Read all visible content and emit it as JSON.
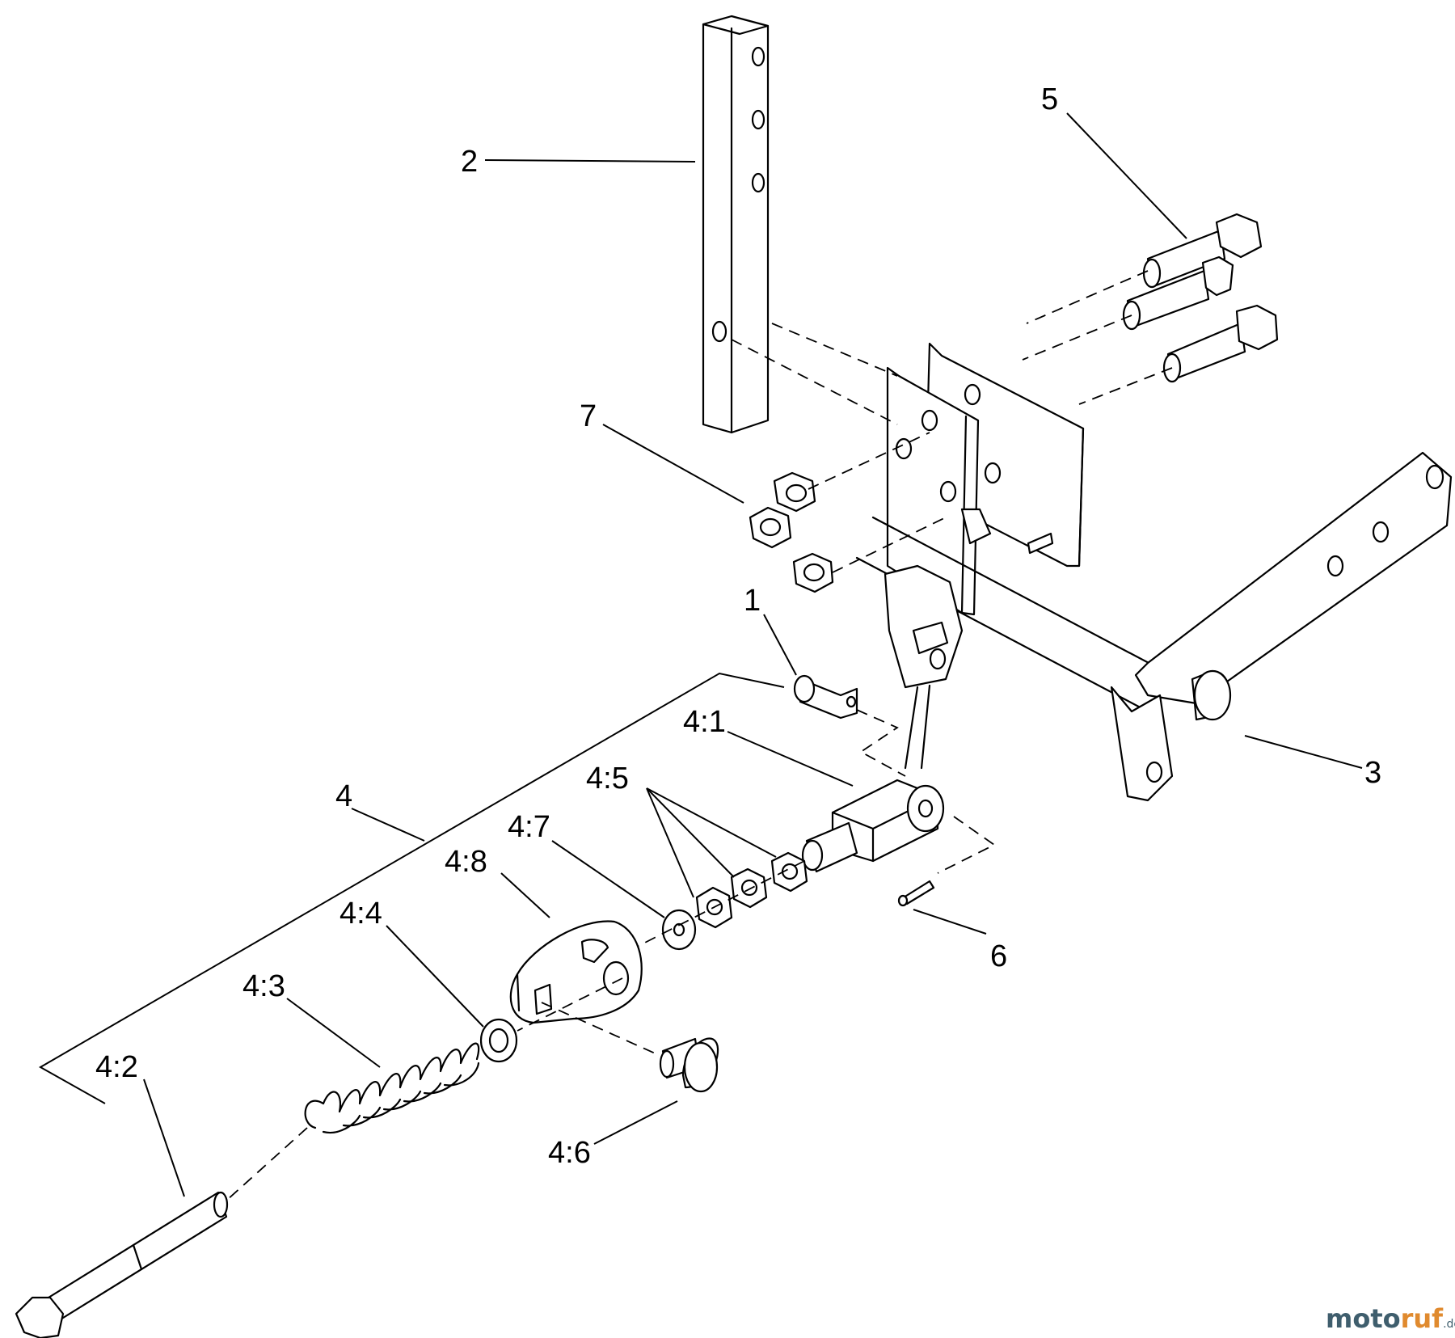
{
  "diagram": {
    "callouts": {
      "c1": "1",
      "c2": "2",
      "c3": "3",
      "c4": "4",
      "c5": "5",
      "c6": "6",
      "c7": "7",
      "c41": "4:1",
      "c42": "4:2",
      "c43": "4:3",
      "c44": "4:4",
      "c45": "4:5",
      "c46": "4:6",
      "c47": "4:7",
      "c48": "4:8"
    }
  },
  "watermark": {
    "brand_part1": "moto",
    "brand_part2": "ruf",
    "tld": ".de"
  }
}
